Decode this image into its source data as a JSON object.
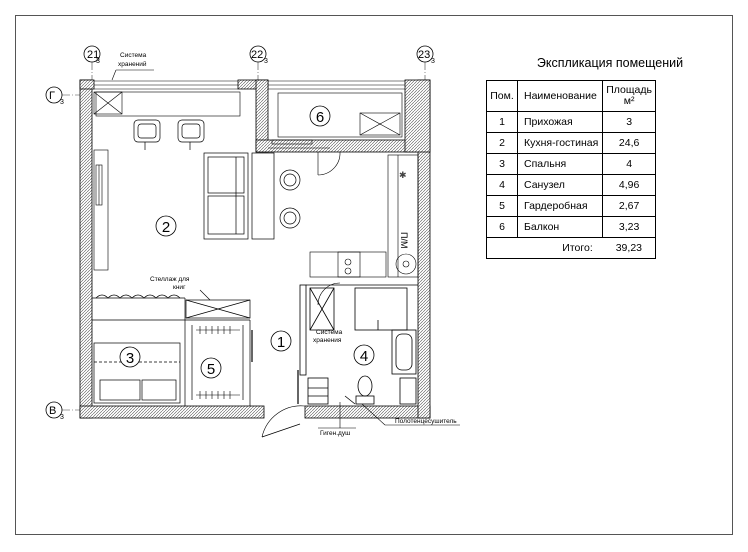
{
  "axes": {
    "a21": {
      "num": "21",
      "sub": "3"
    },
    "a22": {
      "num": "22",
      "sub": "3"
    },
    "a23": {
      "num": "23",
      "sub": "3"
    },
    "aG": {
      "num": "Г",
      "sub": "3"
    },
    "aV": {
      "num": "В",
      "sub": "3"
    }
  },
  "room_labels": [
    "1",
    "2",
    "3",
    "4",
    "5",
    "6"
  ],
  "annotations": {
    "storage_top_1": "Система",
    "storage_top_2": "хранений",
    "shelf_1": "Стеллаж для",
    "shelf_2": "книг",
    "storage_bath_1": "Система",
    "storage_bath_2": "хранения",
    "shower": "Гиген.душ",
    "towel": "Полотенцесушитель",
    "dishwasher": "П/М"
  },
  "legend": {
    "title": "Экспликация помещений",
    "headers": {
      "num": "Пом.",
      "name": "Наименование",
      "area_1": "Площадь",
      "area_2": "м²"
    },
    "rows": [
      {
        "num": "1",
        "name": "Прихожая",
        "area": "3"
      },
      {
        "num": "2",
        "name": "Кухня-гостиная",
        "area": "24,6"
      },
      {
        "num": "3",
        "name": "Спальня",
        "area": "4"
      },
      {
        "num": "4",
        "name": "Санузел",
        "area": "4,96"
      },
      {
        "num": "5",
        "name": "Гардеробная",
        "area": "2,67"
      },
      {
        "num": "6",
        "name": "Балкон",
        "area": "3,23"
      }
    ],
    "total_label": "Итого:",
    "total_value": "39,23"
  }
}
